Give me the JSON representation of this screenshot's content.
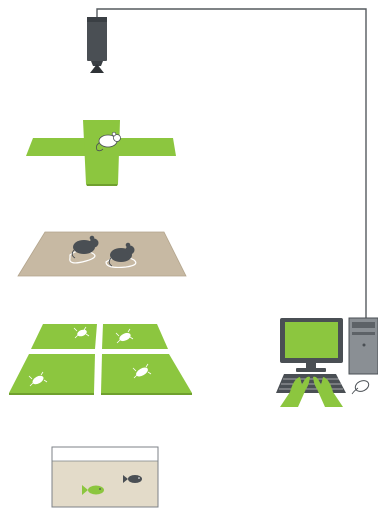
{
  "colors": {
    "green": "#8cc63f",
    "green_dark": "#6fa02e",
    "gray_dark": "#4a4f54",
    "gray_mid": "#7d8287",
    "beige": "#c7b9a3",
    "white": "#ffffff",
    "water": "#e3dbc9",
    "cable": "#555a5f"
  },
  "panels": [
    {
      "id": "camera",
      "icon": "video-camera-icon"
    },
    {
      "id": "plus-maze",
      "icon": "elevated-plus-maze-icon",
      "animal": "mouse-icon"
    },
    {
      "id": "open-field",
      "icon": "open-field-arena-icon",
      "animals": [
        "mouse-icon",
        "mouse-icon"
      ]
    },
    {
      "id": "multi-arena",
      "icon": "four-arena-icon",
      "animals": [
        "insect-icon",
        "insect-icon",
        "insect-icon",
        "insect-icon"
      ]
    },
    {
      "id": "aquarium",
      "icon": "fish-tank-icon",
      "animals": [
        "fish-icon",
        "fish-icon"
      ]
    },
    {
      "id": "computer",
      "icon": "desktop-computer-icon"
    }
  ]
}
